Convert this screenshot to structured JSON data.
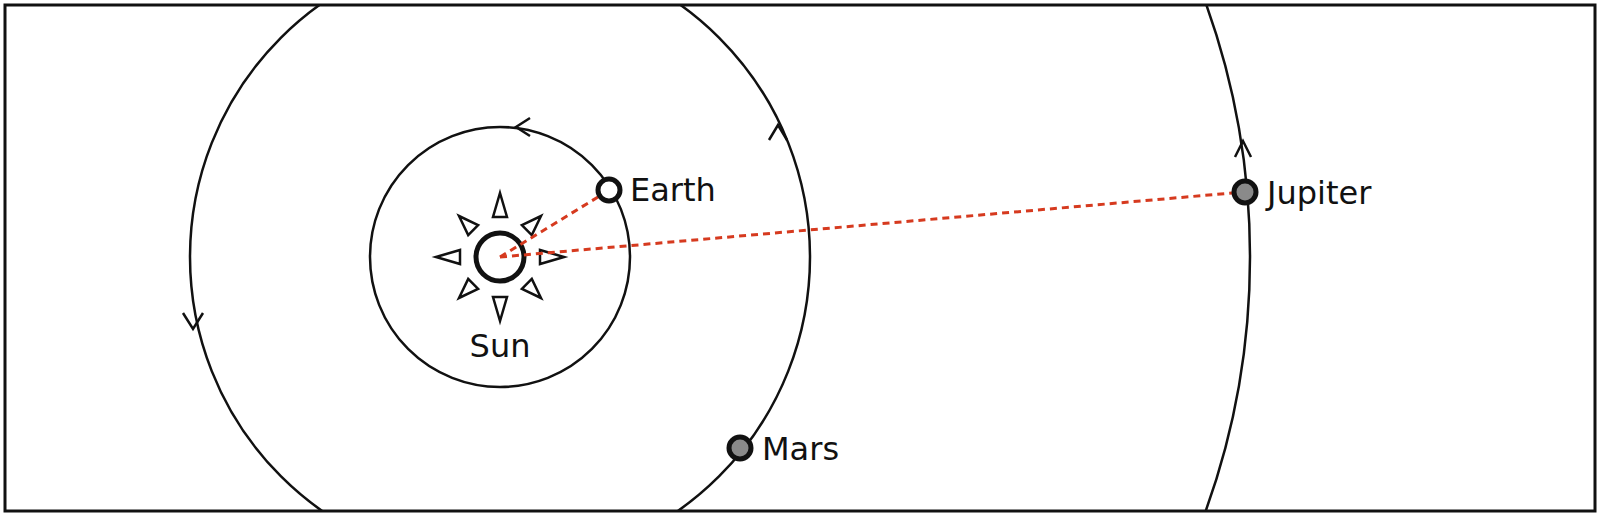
{
  "diagram": {
    "labels": [
      "Earth",
      "Jupiter",
      "Sun",
      "Mars"
    ]
  }
}
